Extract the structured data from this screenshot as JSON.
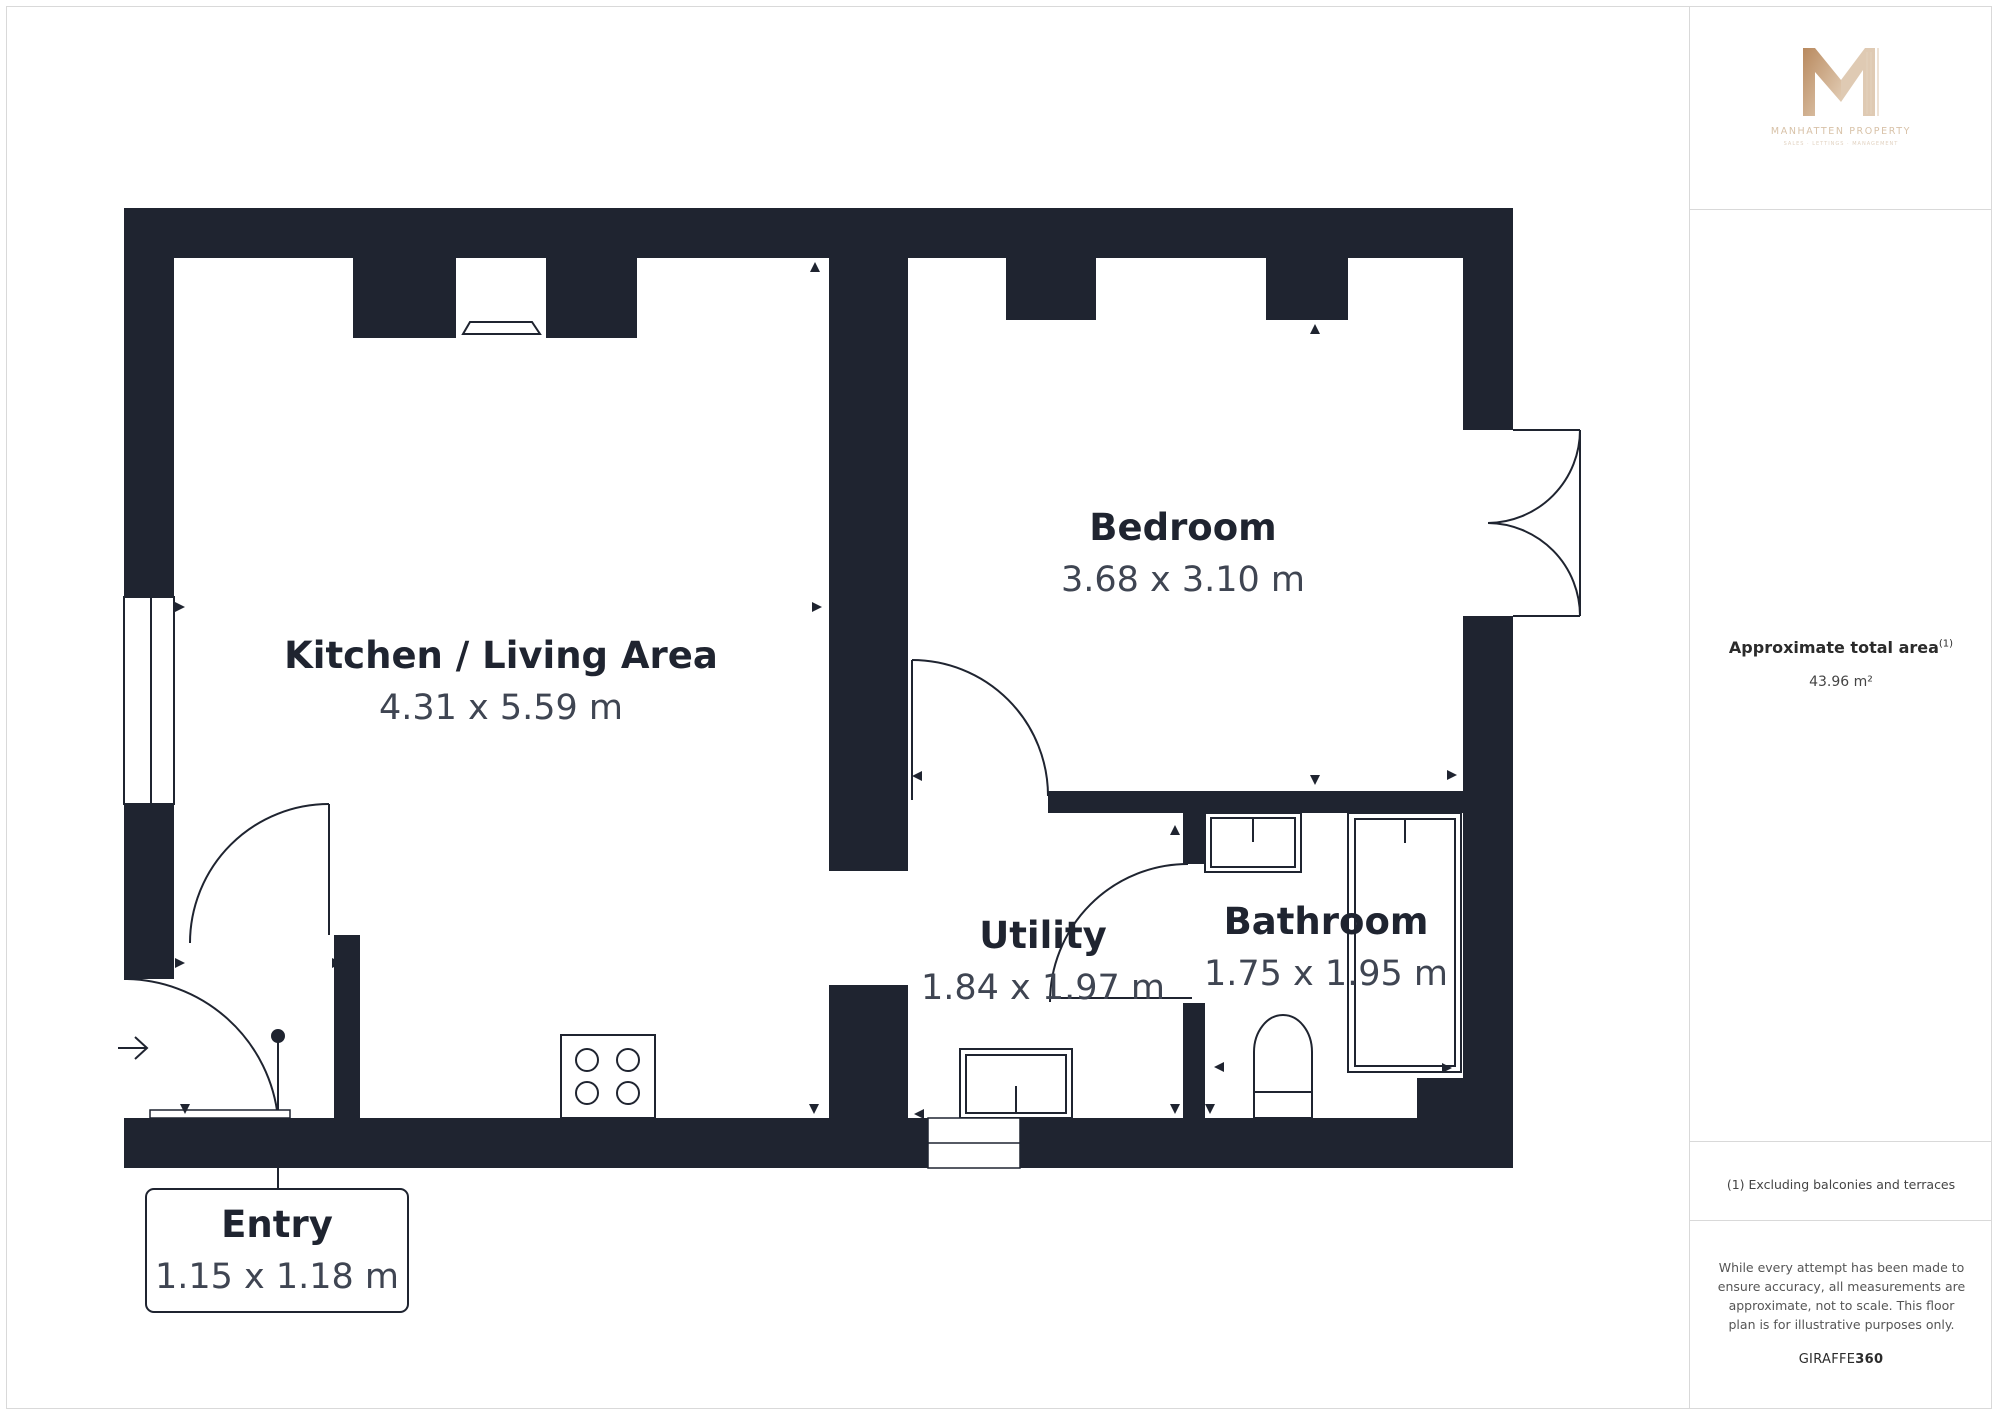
{
  "rooms": {
    "kitchen": {
      "name": "Kitchen / Living Area",
      "dims": "4.31 x 5.59 m"
    },
    "bedroom": {
      "name": "Bedroom",
      "dims": "3.68 x 3.10 m"
    },
    "utility": {
      "name": "Utility",
      "dims": "1.84 x 1.97 m"
    },
    "bathroom": {
      "name": "Bathroom",
      "dims": "1.75 x 1.95 m"
    },
    "entry": {
      "name": "Entry",
      "dims": "1.15 x 1.18 m"
    }
  },
  "sidebar": {
    "logo_name": "MANHATTEN PROPERTY",
    "logo_tagline": "SALES · LETTINGS · MANAGEMENT",
    "area_title": "Approximate total area",
    "area_footnote_marker": "(1)",
    "area_value": "43.96 m²",
    "footnote": "(1) Excluding balconies and terraces",
    "disclaimer": "While every attempt has been made to ensure accuracy, all measurements are approximate, not to scale. This floor plan is for illustrative purposes only.",
    "brand_prefix": "GIRAFFE",
    "brand_suffix": "360"
  },
  "colors": {
    "wall": "#1f2430",
    "logo_gold": "#c9a27c"
  }
}
